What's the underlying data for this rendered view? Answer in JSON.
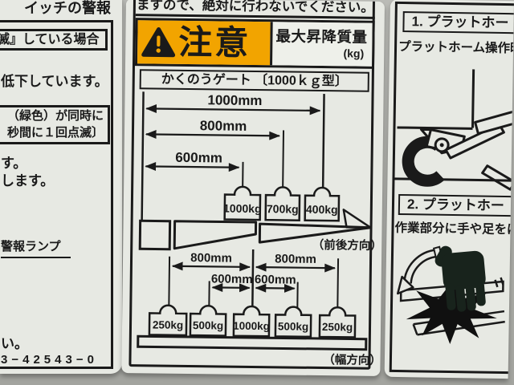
{
  "colors": {
    "caution_orange": "#F2A400",
    "paper": "#E7E9E3",
    "ink": "#1A1A1A"
  },
  "icons": {
    "caution_triangle": "black triangle with exclamation mark",
    "dimension_arrow": "double-headed arrow",
    "weight_block": "kettlebell weight outline",
    "tail_lift_mechanism": "wheel and lift-arm line drawing",
    "pinch_hand": "black hand silhouette",
    "impact_star": "black starburst",
    "swing_arrow": "curved outline arrow"
  },
  "left_panel": {
    "title_fragment": "イッチの警報",
    "box1_text": "滅』している場合",
    "line1": "低下しています。",
    "box2_line1": "（緑色）が同時に",
    "box2_line2": "秒間に１回点滅〕",
    "line2": "す。",
    "line3": "します。",
    "lamp_label": "警報ランプ",
    "line4": "い。",
    "part_number": "3−42543−0"
  },
  "center_panel": {
    "top_text": "ますので、絶対に行わないでください。",
    "caution_label": "注意",
    "max_mass_title": "最大昇降質量",
    "max_mass_unit": "(kg)",
    "gate_type": "かくのうゲート 〔1000ｋｇ型〕",
    "front_rear": {
      "caption": "（前後方向）",
      "dim_1000": "1000mm",
      "dim_800": "800mm",
      "dim_600": "600mm",
      "w1": "1000kg",
      "w2": "700kg",
      "w3": "400kg"
    },
    "width_dir": {
      "caption": "（幅方向）",
      "dim_left_800": "800mm",
      "dim_right_800": "800mm",
      "dim_left_600": "600mm",
      "dim_right_600": "600mm",
      "w1": "250kg",
      "w2": "500kg",
      "w3": "1000kg",
      "w4": "500kg",
      "w5": "250kg"
    }
  },
  "right_panel": {
    "section1_heading": "1. プラットホー",
    "section1_body": "プラットホーム操作時",
    "section2_heading": "2. プラットホー",
    "section2_body": "作業部分に手や足をは"
  }
}
